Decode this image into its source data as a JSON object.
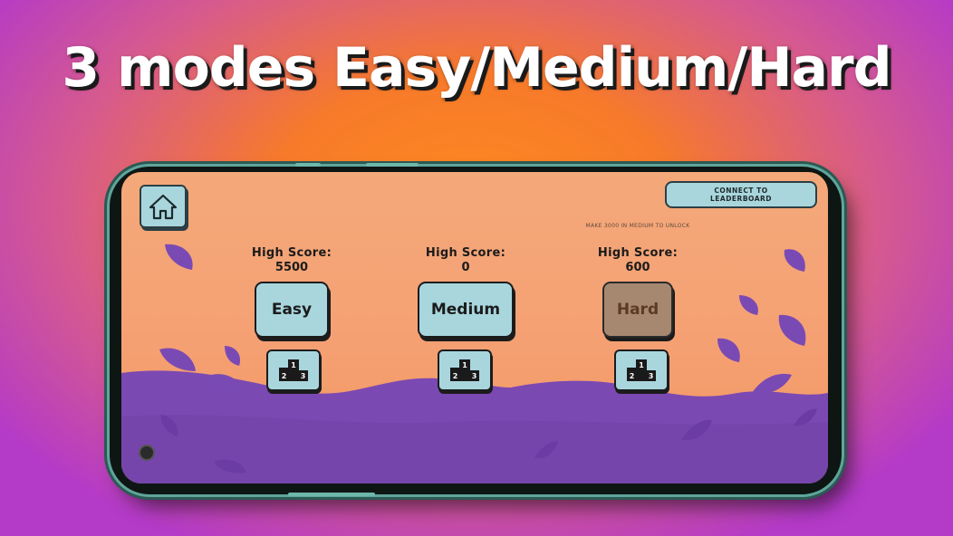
{
  "banner": {
    "title": "3 modes Easy/Medium/Hard"
  },
  "colors": {
    "background_center": "#ff8a1f",
    "background_edge": "#b43ac8",
    "screen_bg": "#f4a97a",
    "hills": "#7b49b2",
    "button_bg": "#a9d6dd",
    "locked_button_bg": "#a68871",
    "feather": "#7a4ab4"
  },
  "game": {
    "home_button": {
      "icon": "home-icon"
    },
    "connect_button": {
      "label": "CONNECT TO LEADERBOARD"
    },
    "unlock_note": "MAKE 3000 IN MEDIUM TO UNLOCK",
    "modes": [
      {
        "high_score_label": "High Score:",
        "high_score": "5500",
        "label": "Easy",
        "locked": false,
        "leaderboard_icon": "podium-icon"
      },
      {
        "high_score_label": "High Score:",
        "high_score": "0",
        "label": "Medium",
        "locked": false,
        "leaderboard_icon": "podium-icon"
      },
      {
        "high_score_label": "High Score:",
        "high_score": "600",
        "label": "Hard",
        "locked": true,
        "leaderboard_icon": "podium-icon"
      }
    ],
    "podium_numbers": [
      "1",
      "2",
      "3"
    ]
  }
}
